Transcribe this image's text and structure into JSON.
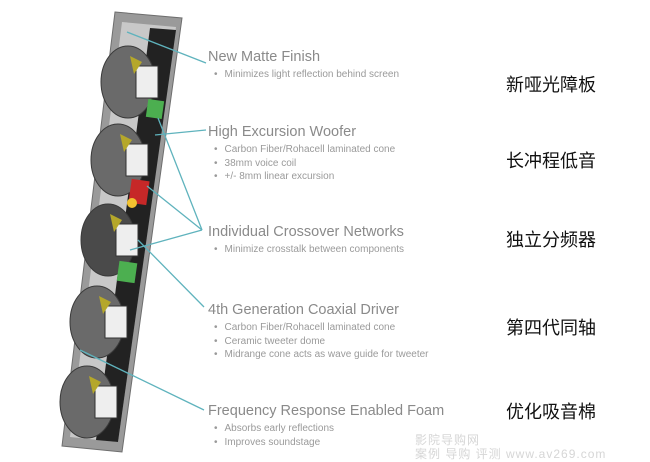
{
  "features": [
    {
      "title": "New Matte Finish",
      "bullets": [
        "Minimizes light reflection behind screen"
      ],
      "cn": "新哑光障板"
    },
    {
      "title": "High Excursion Woofer",
      "bullets": [
        "Carbon Fiber/Rohacell laminated cone",
        "38mm voice coil",
        "+/- 8mm linear excursion"
      ],
      "cn": "长冲程低音"
    },
    {
      "title": "Individual Crossover Networks",
      "bullets": [
        "Minimize crosstalk between components"
      ],
      "cn": "独立分频器"
    },
    {
      "title": "4th Generation Coaxial Driver",
      "bullets": [
        "Carbon Fiber/Rohacell laminated cone",
        "Ceramic tweeter dome",
        "Midrange cone acts as wave guide for tweeter"
      ],
      "cn": "第四代同轴"
    },
    {
      "title": "Frequency Response Enabled Foam",
      "bullets": [
        "Absorbs early reflections",
        "Improves soundstage"
      ],
      "cn": "优化吸音棉"
    }
  ],
  "watermark": {
    "line1": "影院导购网",
    "line2": "案例 导购 评测 www.av269.com"
  },
  "colors": {
    "leader": "#5fb3bd",
    "frame": "#8c8c8c"
  }
}
